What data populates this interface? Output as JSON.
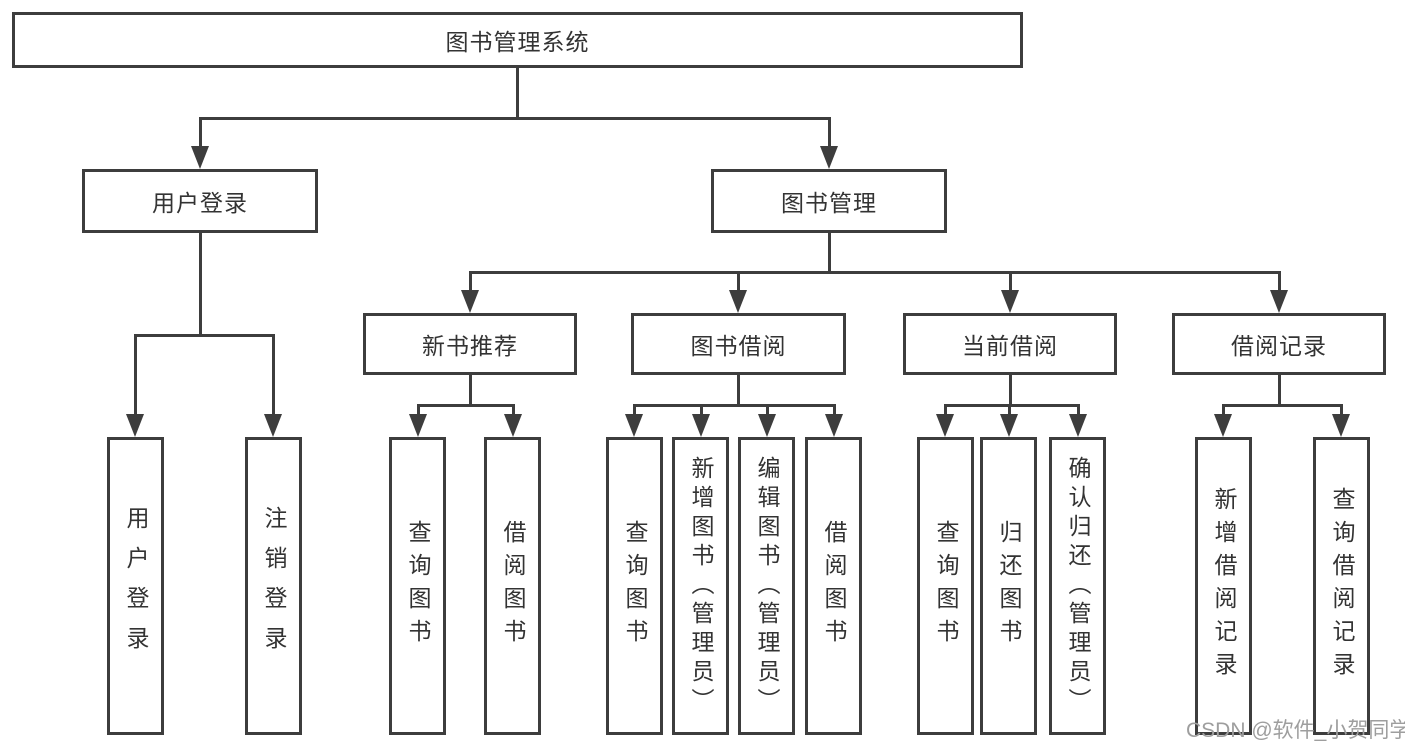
{
  "diagram": {
    "title": "图书管理系统",
    "watermark": "CSDN @软件_小贺同学",
    "colors": {
      "background": "#ffffff",
      "line": "#3d3d3d",
      "text": "#333333",
      "watermark": "#9e9e9e"
    },
    "nodes": {
      "root": {
        "label": "图书管理系统"
      },
      "user_login": {
        "label": "用户登录"
      },
      "book_mgmt": {
        "label": "图书管理"
      },
      "new_books": {
        "label": "新书推荐"
      },
      "book_borrow": {
        "label": "图书借阅"
      },
      "current_borrow": {
        "label": "当前借阅"
      },
      "borrow_records": {
        "label": "借阅记录"
      },
      "ul_login": {
        "label": "用户登录"
      },
      "ul_logout": {
        "label": "注销登录"
      },
      "nb_query": {
        "label": "查询图书"
      },
      "nb_borrow": {
        "label": "借阅图书"
      },
      "bb_query": {
        "label": "查询图书"
      },
      "bb_add": {
        "label": "新增图书（管理员）"
      },
      "bb_edit": {
        "label": "编辑图书（管理员）"
      },
      "bb_borrow": {
        "label": "借阅图书"
      },
      "cb_query": {
        "label": "查询图书"
      },
      "cb_return": {
        "label": "归还图书"
      },
      "cb_confirm": {
        "label": "确认归还（管理员）"
      },
      "br_add": {
        "label": "新增借阅记录"
      },
      "br_query": {
        "label": "查询借阅记录"
      }
    },
    "edges": [
      "root->user_login",
      "root->book_mgmt",
      "user_login->ul_login",
      "user_login->ul_logout",
      "book_mgmt->new_books",
      "book_mgmt->book_borrow",
      "book_mgmt->current_borrow",
      "book_mgmt->borrow_records",
      "new_books->nb_query",
      "new_books->nb_borrow",
      "book_borrow->bb_query",
      "book_borrow->bb_add",
      "book_borrow->bb_edit",
      "book_borrow->bb_borrow",
      "current_borrow->cb_query",
      "current_borrow->cb_return",
      "current_borrow->cb_confirm",
      "borrow_records->br_add",
      "borrow_records->br_query"
    ]
  }
}
